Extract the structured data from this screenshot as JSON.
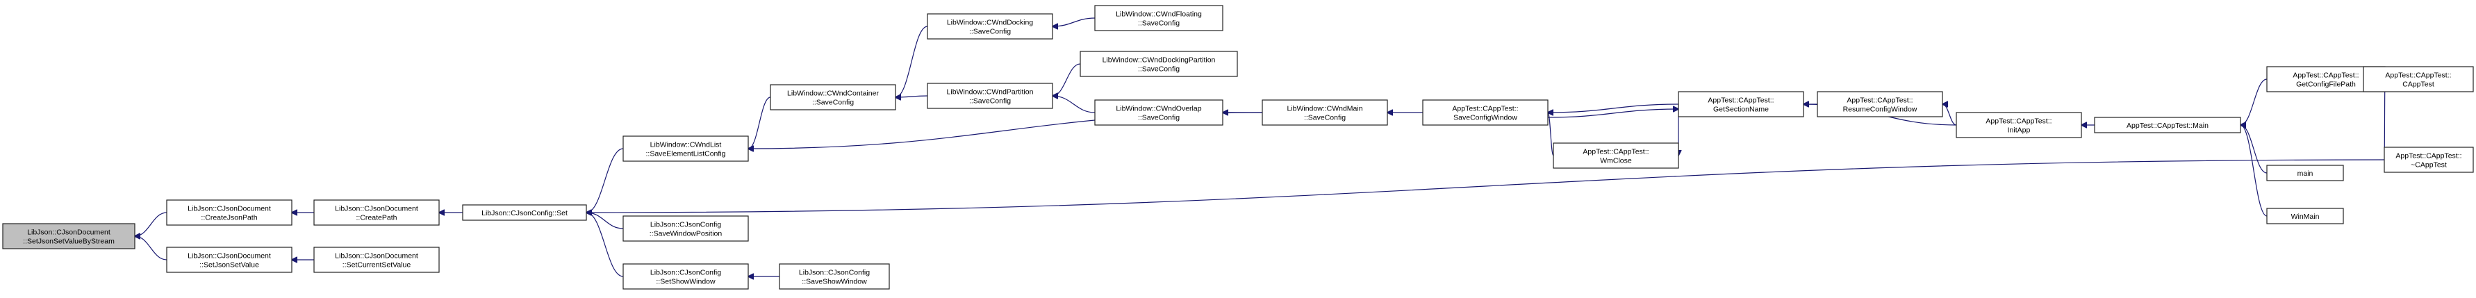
{
  "graph": {
    "nodes": [
      {
        "id": "root",
        "lines": [
          "LibJson::CJsonDocument",
          "::SetJsonSetValueByStream"
        ],
        "root": true
      },
      {
        "id": "createJsonPath",
        "lines": [
          "LibJson::CJsonDocument",
          "::CreateJsonPath"
        ]
      },
      {
        "id": "setJsonSetValue",
        "lines": [
          "LibJson::CJsonDocument",
          "::SetJsonSetValue"
        ]
      },
      {
        "id": "createPath",
        "lines": [
          "LibJson::CJsonDocument",
          "::CreatePath"
        ]
      },
      {
        "id": "setCurrentSetValue",
        "lines": [
          "LibJson::CJsonDocument",
          "::SetCurrentSetValue"
        ]
      },
      {
        "id": "jsonConfigSet",
        "lines": [
          "LibJson::CJsonConfig::Set"
        ]
      },
      {
        "id": "saveElementListConfig",
        "lines": [
          "LibWindow::CWndList",
          "::SaveElementListConfig"
        ]
      },
      {
        "id": "saveWindowPosition",
        "lines": [
          "LibJson::CJsonConfig",
          "::SaveWindowPosition"
        ]
      },
      {
        "id": "setShowWindow",
        "lines": [
          "LibJson::CJsonConfig",
          "::SetShowWindow"
        ]
      },
      {
        "id": "saveShowWindow",
        "lines": [
          "LibJson::CJsonConfig",
          "::SaveShowWindow"
        ]
      },
      {
        "id": "containerSaveConfig",
        "lines": [
          "LibWindow::CWndContainer",
          "::SaveConfig"
        ]
      },
      {
        "id": "dockingSaveConfig",
        "lines": [
          "LibWindow::CWndDocking",
          "::SaveConfig"
        ]
      },
      {
        "id": "floatingSaveConfig",
        "lines": [
          "LibWindow::CWndFloating",
          "::SaveConfig"
        ]
      },
      {
        "id": "partitionSaveConfig",
        "lines": [
          "LibWindow::CWndPartition",
          "::SaveConfig"
        ]
      },
      {
        "id": "dockingPartitionSaveConfig",
        "lines": [
          "LibWindow::CWndDockingPartition",
          "::SaveConfig"
        ]
      },
      {
        "id": "overlapSaveConfig",
        "lines": [
          "LibWindow::CWndOverlap",
          "::SaveConfig"
        ]
      },
      {
        "id": "mainSaveConfig",
        "lines": [
          "LibWindow::CWndMain",
          "::SaveConfig"
        ]
      },
      {
        "id": "saveConfigWindow",
        "lines": [
          "AppTest::CAppTest::",
          "SaveConfigWindow"
        ]
      },
      {
        "id": "wmClose",
        "lines": [
          "AppTest::CAppTest::",
          "WmClose"
        ]
      },
      {
        "id": "getSectionName",
        "lines": [
          "AppTest::CAppTest::",
          "GetSectionName"
        ]
      },
      {
        "id": "resumeConfigWindow",
        "lines": [
          "AppTest::CAppTest::",
          "ResumeConfigWindow"
        ]
      },
      {
        "id": "initApp",
        "lines": [
          "AppTest::CAppTest::",
          "InitApp"
        ]
      },
      {
        "id": "appMain",
        "lines": [
          "AppTest::CAppTest::Main"
        ]
      },
      {
        "id": "getConfigFilePath",
        "lines": [
          "AppTest::CAppTest::",
          "GetConfigFilePath"
        ]
      },
      {
        "id": "ctor",
        "lines": [
          "AppTest::CAppTest::",
          "CAppTest"
        ]
      },
      {
        "id": "main",
        "lines": [
          "main"
        ]
      },
      {
        "id": "winMain",
        "lines": [
          "WinMain"
        ]
      },
      {
        "id": "dtor",
        "lines": [
          "AppTest::CAppTest::",
          "~CAppTest"
        ]
      }
    ],
    "edges": [
      {
        "from": "createJsonPath",
        "to": "root"
      },
      {
        "from": "setJsonSetValue",
        "to": "root"
      },
      {
        "from": "createPath",
        "to": "createJsonPath"
      },
      {
        "from": "setCurrentSetValue",
        "to": "setJsonSetValue"
      },
      {
        "from": "jsonConfigSet",
        "to": "createPath"
      },
      {
        "from": "saveElementListConfig",
        "to": "jsonConfigSet"
      },
      {
        "from": "saveWindowPosition",
        "to": "jsonConfigSet"
      },
      {
        "from": "setShowWindow",
        "to": "jsonConfigSet"
      },
      {
        "from": "dtor",
        "to": "jsonConfigSet"
      },
      {
        "from": "saveShowWindow",
        "to": "setShowWindow"
      },
      {
        "from": "containerSaveConfig",
        "to": "saveElementListConfig"
      },
      {
        "from": "mainSaveConfig",
        "to": "saveElementListConfig"
      },
      {
        "from": "dockingSaveConfig",
        "to": "containerSaveConfig"
      },
      {
        "from": "partitionSaveConfig",
        "to": "containerSaveConfig"
      },
      {
        "from": "floatingSaveConfig",
        "to": "dockingSaveConfig"
      },
      {
        "from": "dockingPartitionSaveConfig",
        "to": "partitionSaveConfig"
      },
      {
        "from": "overlapSaveConfig",
        "to": "partitionSaveConfig"
      },
      {
        "from": "mainSaveConfig",
        "to": "overlapSaveConfig"
      },
      {
        "from": "saveConfigWindow",
        "to": "mainSaveConfig"
      },
      {
        "from": "getSectionName",
        "to": "saveConfigWindow"
      },
      {
        "from": "saveConfigWindow",
        "to": "getSectionName"
      },
      {
        "from": "wmClose",
        "to": "saveConfigWindow"
      },
      {
        "from": "getSectionName",
        "to": "wmClose"
      },
      {
        "from": "resumeConfigWindow",
        "to": "getSectionName"
      },
      {
        "from": "initApp",
        "to": "getSectionName"
      },
      {
        "from": "initApp",
        "to": "resumeConfigWindow"
      },
      {
        "from": "appMain",
        "to": "initApp"
      },
      {
        "from": "getConfigFilePath",
        "to": "appMain"
      },
      {
        "from": "main",
        "to": "appMain"
      },
      {
        "from": "winMain",
        "to": "appMain"
      },
      {
        "from": "ctor",
        "to": "getConfigFilePath"
      },
      {
        "from": "dtor",
        "to": "getConfigFilePath"
      }
    ]
  }
}
